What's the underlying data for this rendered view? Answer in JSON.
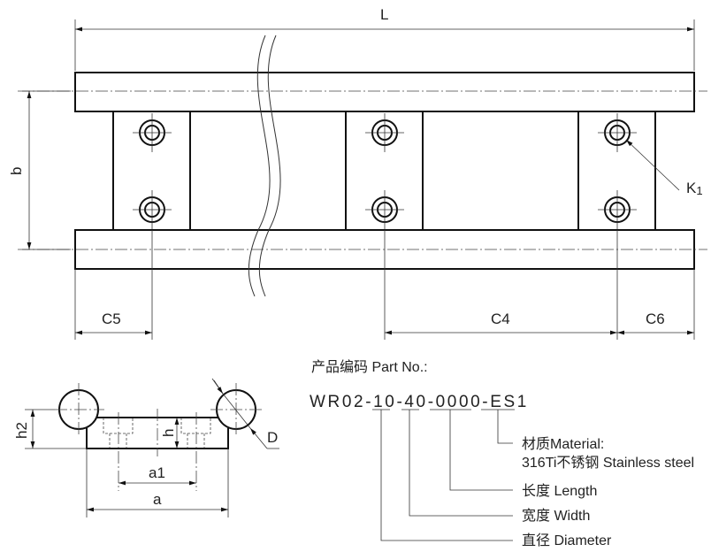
{
  "dimensions": {
    "L": "L",
    "b": "b",
    "K1": "K1",
    "C5": "C5",
    "C4": "C4",
    "C6": "C6",
    "h2": "h2",
    "h": "h",
    "a1": "a1",
    "a": "a",
    "D": "D"
  },
  "part_number": {
    "heading": "产品编码 Part No.:",
    "code": "WR02-10-40-0000-ES1",
    "legend": [
      {
        "label": "材质Material:",
        "label2": "316Ti不锈钢 Stainless steel"
      },
      {
        "label": "长度 Length"
      },
      {
        "label": "宽度 Width"
      },
      {
        "label": "直径 Diameter"
      }
    ]
  }
}
